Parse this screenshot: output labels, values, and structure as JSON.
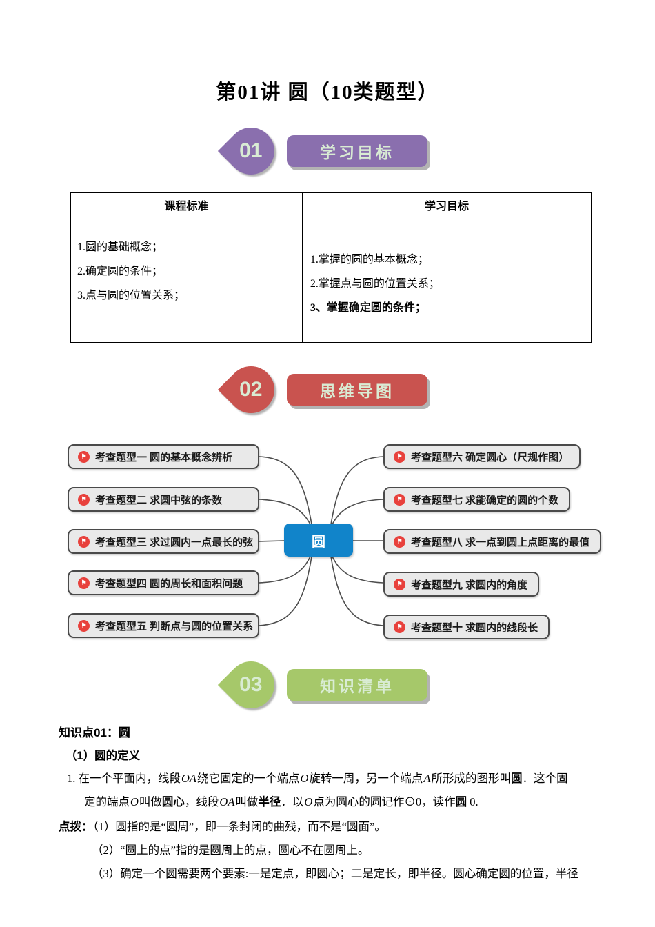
{
  "page": {
    "title": "第01讲 圆（10类题型）"
  },
  "colors": {
    "section1_purple": "#8a6fae",
    "section2_red": "#c9534f",
    "section3_green": "#a6c86a",
    "badge_text_pale_green": "#d9ecd4",
    "mindmap_center_blue": "#1184ca",
    "mindmap_node_gray": "#e9e9e9",
    "flag_icon_red": "#e8413c"
  },
  "icons": {
    "flag": "⚑"
  },
  "sections": [
    {
      "number": "01",
      "label": "学习目标"
    },
    {
      "number": "02",
      "label": "思维导图"
    },
    {
      "number": "03",
      "label": "知识清单"
    }
  ],
  "table": {
    "headers": [
      "课程标准",
      "学习目标"
    ],
    "left_items": [
      "1.圆的基础概念；",
      "2.确定圆的条件；",
      "3.点与圆的位置关系；"
    ],
    "right_items": [
      "1.掌握的圆的基本概念；",
      "2.掌握点与圆的位置关系；",
      "3、掌握确定圆的条件；"
    ]
  },
  "mindmap": {
    "center": "圆",
    "left_nodes": [
      "考查题型一 圆的基本概念辨析",
      "考查题型二 求圆中弦的条数",
      "考查题型三 求过圆内一点最长的弦",
      "考查题型四 圆的周长和面积问题",
      "考查题型五 判断点与圆的位置关系"
    ],
    "right_nodes": [
      "考查题型六 确定圆心（尺规作图）",
      "考查题型七 求能确定的圆的个数",
      "考查题型八 求一点到圆上点距离的最值",
      "考查题型九 求圆内的角度",
      "考查题型十 求圆内的线段长"
    ]
  },
  "knowledge": {
    "heading": "知识点01：圆",
    "sub_heading": "（1）圆的定义",
    "definition": {
      "line1": [
        "1. 在一个平面内，线段",
        "OA",
        "绕它固定的一个端点",
        "O",
        "旋转一周，另一个端点",
        "A",
        "所形成的图形叫",
        "圆",
        "．这个固"
      ],
      "line2": [
        "定的端点",
        "O",
        "叫做",
        "圆心",
        "，线段",
        "OA",
        "叫做",
        "半径",
        "．以",
        "O",
        "点为圆心的圆记作⊙0，读作",
        "圆",
        " 0."
      ]
    },
    "tips": {
      "label": "点拨：",
      "items": [
        "（1）圆指的是“圆周”，即一条封闭的曲残，而不是“圆面”。",
        "（2）“圆上的点”指的是圆周上的点，圆心不在圆周上。",
        "（3）确定一个圆需要两个要素:一是定点，即圆心；二是定长，即半径。圆心确定圆的位置，半径"
      ]
    }
  }
}
